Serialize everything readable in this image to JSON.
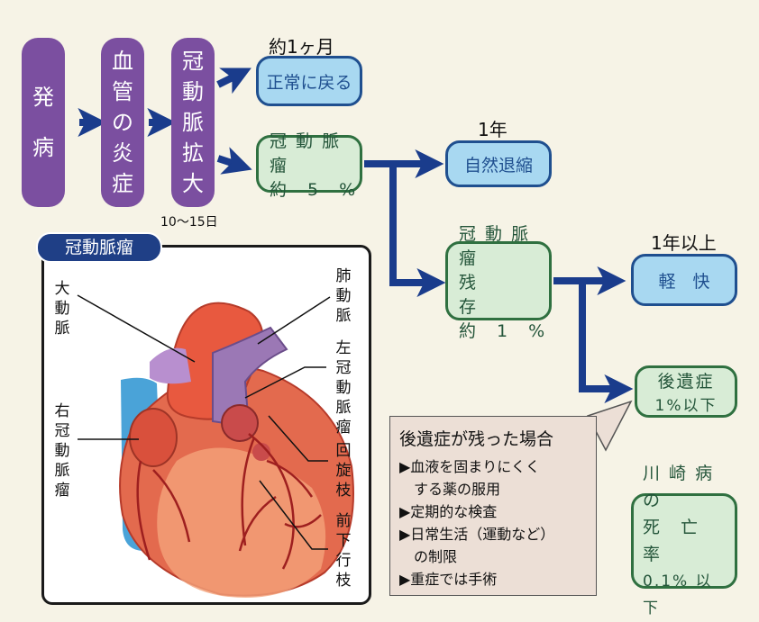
{
  "flow": {
    "onset": [
      "発",
      "病"
    ],
    "inflammation": [
      "血",
      "管",
      "の",
      "炎",
      "症"
    ],
    "dilation": [
      "冠",
      "動",
      "脈",
      "拡",
      "大"
    ],
    "dilation_days": "10〜15日",
    "one_month_label": "約1ヶ月",
    "normal": "正常に戻る",
    "aneurysm": [
      "冠 動 脈 瘤",
      "約　5　%"
    ],
    "one_year_label": "1年",
    "regression": "自然退縮",
    "residual": [
      "冠 動 脈 瘤",
      "残　　　存",
      "約　1　%"
    ],
    "over_one_year_label": "1年以上",
    "relief": "軽　快",
    "sequelae": [
      "後遺症",
      "1%以下"
    ]
  },
  "heart_panel": {
    "tab": "冠動脈瘤",
    "labels": {
      "aorta": [
        "大",
        "動",
        "脈"
      ],
      "pulmonary": [
        "肺",
        "動",
        "脈"
      ],
      "left_aneurysm": [
        "左",
        "冠",
        "動",
        "脈",
        "瘤"
      ],
      "right_aneurysm": [
        "右",
        "冠",
        "動",
        "脈",
        "瘤"
      ],
      "circumflex": [
        "回",
        "旋",
        "枝"
      ],
      "anterior": [
        "前",
        "下",
        "行",
        "枝"
      ]
    }
  },
  "sequelae_note": {
    "title": "後遺症が残った場合",
    "items": [
      "▶血液を固まりにくく",
      "　する薬の服用",
      "▶定期的な検査",
      "▶日常生活（運動など）",
      "　の制限",
      "▶重症では手術"
    ]
  },
  "mortality": [
    "川 崎 病 の",
    "死　亡　率",
    "0.1% 以 下"
  ],
  "colors": {
    "purple": "#7b4fa0",
    "arrow": "#1a3c8c",
    "blue_box": "#a8d8f1",
    "green_box": "#d8ecd6",
    "note_bg": "#ecdfd6"
  }
}
